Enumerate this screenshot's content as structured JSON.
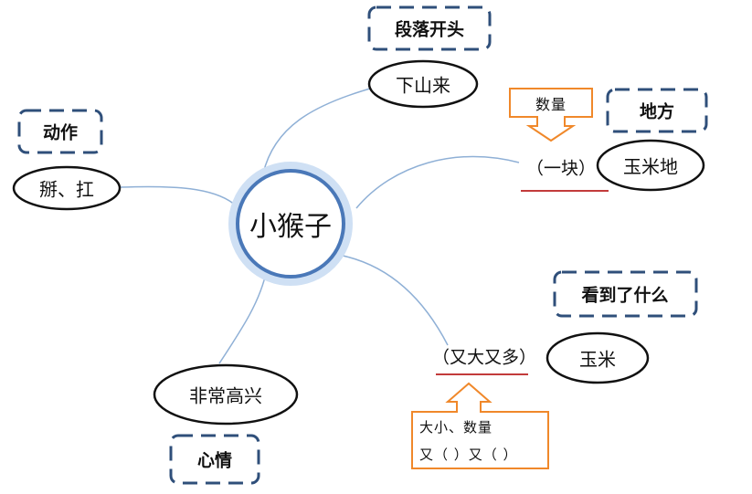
{
  "center": {
    "label": "小猴子"
  },
  "nodes": {
    "top_oval": "下山来",
    "top_box": "段落开头",
    "left_box": "动作",
    "left_oval": "掰、扛",
    "right_paren": "（一块）",
    "right_oval": "玉米地",
    "right_box": "地方",
    "right_orange": "数量",
    "lower_box": "看到了什么",
    "lower_paren": "（又大又多）",
    "lower_oval": "玉米",
    "lower_orange_line1": "大小、数量",
    "lower_orange_line2": "又（  ）又（  ）",
    "bottom_oval": "非常高兴",
    "bottom_box": "心情"
  },
  "colors": {
    "center_ring": "#4a78b8",
    "dashed_box": "#2f4f7a",
    "connector": "#8fb0d6",
    "orange": "#f0882a",
    "underline": "#c23b3b",
    "oval_stroke": "#111111"
  }
}
